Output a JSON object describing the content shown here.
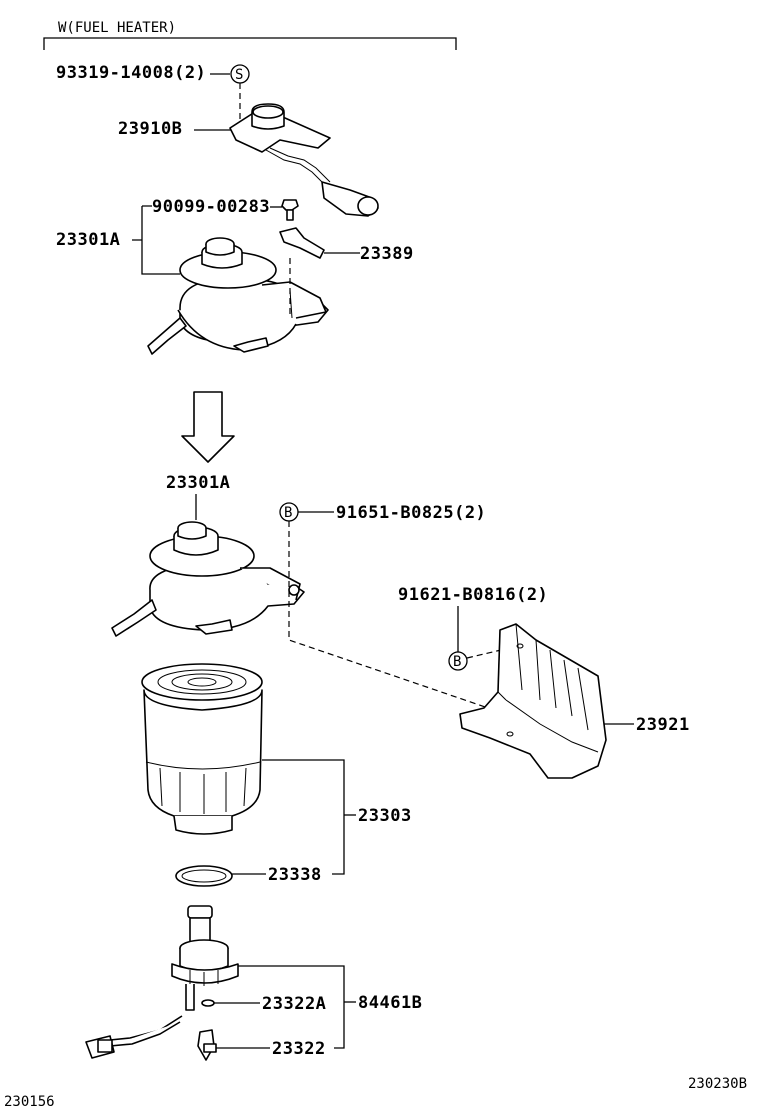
{
  "header": {
    "condition_label": "W(FUEL HEATER)"
  },
  "labels": {
    "p93319": "93319-14008(2)",
    "p23910B": "23910B",
    "p90099": "90099-00283",
    "p23301A_top": "23301A",
    "p23389": "23389",
    "p23301A_mid": "23301A",
    "p91651": "91651-B0825(2)",
    "p91621": "91621-B0816(2)",
    "p23921": "23921",
    "p23303": "23303",
    "p23338": "23338",
    "p23322A": "23322A",
    "p84461B": "84461B",
    "p23322": "23322"
  },
  "symbols": {
    "s_marker": "S",
    "b_marker_top": "B",
    "b_marker_bottom": "B"
  },
  "footer": {
    "left_code": "230156",
    "right_code": "230230B"
  }
}
